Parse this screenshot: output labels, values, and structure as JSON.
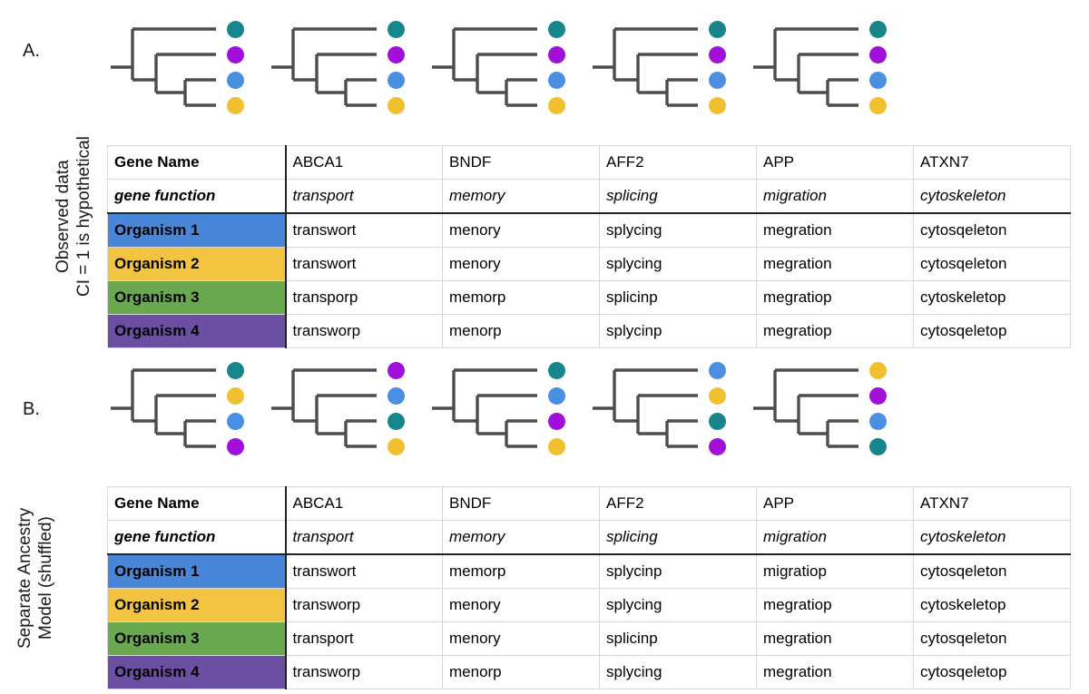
{
  "figure": {
    "panel_a": {
      "letter": "A.",
      "side_label": "Observed data\nCI = 1 is hypothetical",
      "trees": [
        {
          "name": "tree-abca1",
          "tips": [
            "teal",
            "purple",
            "blue",
            "yellow"
          ]
        },
        {
          "name": "tree-bndf",
          "tips": [
            "teal",
            "purple",
            "blue",
            "yellow"
          ]
        },
        {
          "name": "tree-aff2",
          "tips": [
            "teal",
            "purple",
            "blue",
            "yellow"
          ]
        },
        {
          "name": "tree-app",
          "tips": [
            "teal",
            "purple",
            "blue",
            "yellow"
          ]
        },
        {
          "name": "tree-atxn7",
          "tips": [
            "teal",
            "purple",
            "blue",
            "yellow"
          ]
        }
      ],
      "table": {
        "header_label": "Gene Name",
        "function_label": "gene function",
        "gene_names": [
          "ABCA1",
          "BNDF",
          "AFF2",
          "APP",
          "ATXN7"
        ],
        "gene_functions": [
          "transport",
          "memory",
          "splicing",
          "migration",
          "cytoskeleton"
        ],
        "rows": [
          {
            "organism": "Organism 1",
            "color_class": "org1",
            "values": [
              "transwort",
              "menory",
              "splycing",
              "megration",
              "cytosqeleton"
            ]
          },
          {
            "organism": "Organism 2",
            "color_class": "org2",
            "values": [
              "transwort",
              "menory",
              "splycing",
              "megration",
              "cytosqeleton"
            ]
          },
          {
            "organism": "Organism 3",
            "color_class": "org3",
            "values": [
              "transporp",
              "memorp",
              "splicinp",
              "megratiop",
              "cytoskeletop"
            ]
          },
          {
            "organism": "Organism 4",
            "color_class": "org4",
            "values": [
              "transworp",
              "menorp",
              "splycinp",
              "megratiop",
              "cytosqeletop"
            ]
          }
        ]
      }
    },
    "panel_b": {
      "letter": "B.",
      "side_label": "Separate Ancestry\nModel (shuffled)",
      "trees": [
        {
          "name": "tree-abca1",
          "tips": [
            "teal",
            "yellow",
            "blue",
            "purple"
          ]
        },
        {
          "name": "tree-bndf",
          "tips": [
            "purple",
            "blue",
            "teal",
            "yellow"
          ]
        },
        {
          "name": "tree-aff2",
          "tips": [
            "teal",
            "blue",
            "purple",
            "yellow"
          ]
        },
        {
          "name": "tree-app",
          "tips": [
            "blue",
            "yellow",
            "teal",
            "purple"
          ]
        },
        {
          "name": "tree-atxn7",
          "tips": [
            "yellow",
            "purple",
            "blue",
            "teal"
          ]
        }
      ],
      "table": {
        "header_label": "Gene Name",
        "function_label": "gene function",
        "gene_names": [
          "ABCA1",
          "BNDF",
          "AFF2",
          "APP",
          "ATXN7"
        ],
        "gene_functions": [
          "transport",
          "memory",
          "splicing",
          "migration",
          "cytoskeleton"
        ],
        "rows": [
          {
            "organism": "Organism 1",
            "color_class": "org1",
            "values": [
              "transwort",
              "memorp",
              "splycinp",
              "migratiop",
              "cytosqeleton"
            ]
          },
          {
            "organism": "Organism 2",
            "color_class": "org2",
            "values": [
              "transworp",
              "menory",
              "splycing",
              "megratiop",
              "cytoskeletop"
            ]
          },
          {
            "organism": "Organism 3",
            "color_class": "org3",
            "values": [
              "transport",
              "menory",
              "splicinp",
              "megration",
              "cytosqeleton"
            ]
          },
          {
            "organism": "Organism 4",
            "color_class": "org4",
            "values": [
              "transworp",
              "menorp",
              "splycing",
              "megration",
              "cytosqeletop"
            ]
          }
        ]
      }
    }
  },
  "colors": {
    "teal": "#17868c",
    "purple": "#a010d8",
    "blue": "#4a90e2",
    "yellow": "#f0c030",
    "organism_1": "#4a86d8",
    "organism_2": "#f2c441",
    "organism_3": "#6aa84f",
    "organism_4": "#6a4fa3",
    "tree_branch": "#4d4d4d",
    "table_grid": "#d9d9d9",
    "table_rule": "#222222"
  }
}
